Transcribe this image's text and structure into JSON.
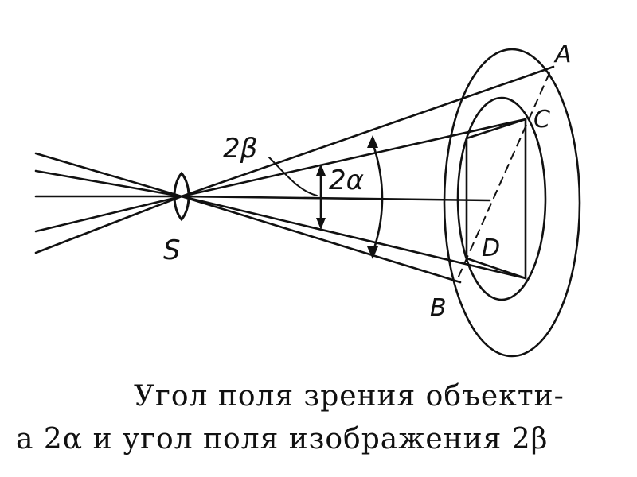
{
  "labels": {
    "two_beta": "2β",
    "two_alpha": "2α",
    "S": "S",
    "A": "A",
    "B": "B",
    "C": "C",
    "D": "D"
  },
  "caption": {
    "line1": "Угол поля зрения объекти-",
    "line2": "а 2α и угол поля изображения 2β"
  }
}
